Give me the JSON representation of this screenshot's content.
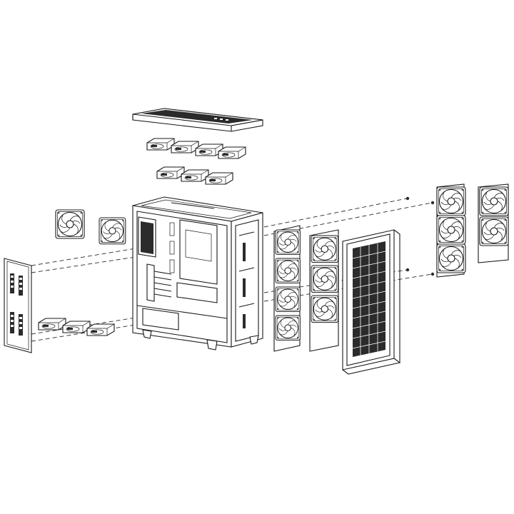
{
  "diagram": {
    "background": "#ffffff",
    "line_color": "#1a1a1a",
    "components": [
      {
        "id": "top-dust-filter",
        "icon": "mesh-panel"
      },
      {
        "id": "top-fan-array-upper",
        "icon": "fan-tray"
      },
      {
        "id": "top-fan-array-lower",
        "icon": "fan-tray"
      },
      {
        "id": "rear-fan-left",
        "icon": "fan"
      },
      {
        "id": "rear-fan-right",
        "icon": "fan"
      },
      {
        "id": "side-io-panel",
        "icon": "panel"
      },
      {
        "id": "bottom-fan-array",
        "icon": "fan-tray"
      },
      {
        "id": "chassis",
        "icon": "pc-case"
      },
      {
        "id": "front-fan-stack-1",
        "icon": "fan-stack"
      },
      {
        "id": "front-fan-stack-2",
        "icon": "fan-stack"
      },
      {
        "id": "front-mesh-panel",
        "icon": "mesh-panel"
      },
      {
        "id": "side-fan-stack-1",
        "icon": "fan-stack"
      },
      {
        "id": "side-fan-stack-2",
        "icon": "fan-stack"
      }
    ]
  }
}
